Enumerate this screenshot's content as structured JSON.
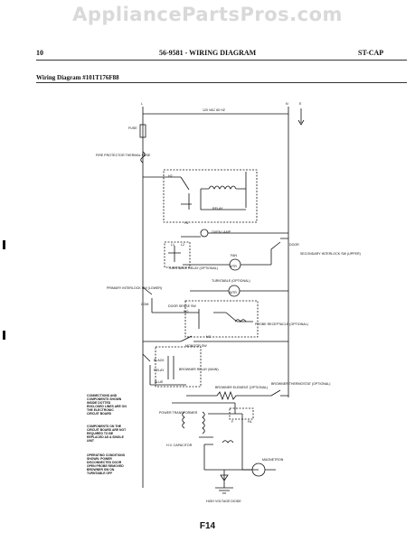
{
  "watermark": "AppliancePartsPros.com",
  "header": {
    "page": "10",
    "title": "56-9581 - WIRING DIAGRAM",
    "code": "ST-CAP"
  },
  "subtitle": "Wiring Diagram #101T176F88",
  "footer": "F14",
  "labels": {
    "l": "L",
    "n": "N",
    "ground_mark": "E",
    "supply": "120 VAC 60 HZ",
    "fuse": "FUSE",
    "thermal_fuse": "FIRE PROTECTOR THERMAL FUSE",
    "relay": "RELAY",
    "oven_lamp": "OVEN LAMP",
    "door": "DOOR",
    "secondary_interlock": "SECONDARY INTERLOCK SW (UPPER)",
    "fan": "FAN",
    "mtr": "MTR",
    "turntable_relay": "TURNTABLE RELAY (OPTIONAL)",
    "turntable": "TURNTABLE (OPTIONAL)",
    "primary_interlock": "PRIMARY INTERLOCK SW (LOWER)",
    "door_sense": "DOOR SENSE SW",
    "probe_receptacle": "PROBE RECEPTACLE (OPTIONAL)",
    "monitor_sw": "MONITOR SW",
    "browner_relay": "BROWNER RELAY (MAIN)",
    "browner_element": "BROWNER ELEMENT (OPTIONAL)",
    "browner_thermostat": "BROWNER THERMOSTAT (OPTIONAL)",
    "power_transformer": "POWER TRANSFORMER",
    "hv_capacitor": "H.V. CAPACITOR",
    "magnetron": "MAGNETRON",
    "high_voltage_diode": "HIGH VOLTAGE DIODE",
    "black": "BLACK",
    "blue": "BLUE",
    "com": "COM",
    "no": "NO",
    "nc": "NC",
    "l1": "L1",
    "l2": "L2",
    "h1": "H1",
    "h2": "H2",
    "f": "F",
    "fa": "FA",
    "note_1": "CONNECTIONS AND COMPONENTS SHOWN INSIDE DOTTED ENCLOSED LINES ARE ON THE ELECTRONIC CIRCUIT BOARD",
    "note_2": "COMPONENTS ON THE CIRCUIT BOARD ARE NOT REQUIRED TO BE REPLACED AS A SINGLE UNIT",
    "note_3": "OPERATING CONDITIONS SHOWN: POWER DISCONNECTED DOOR OPEN PROBE REMOVED BROWNER SW ON TURNTABLE OFF"
  }
}
